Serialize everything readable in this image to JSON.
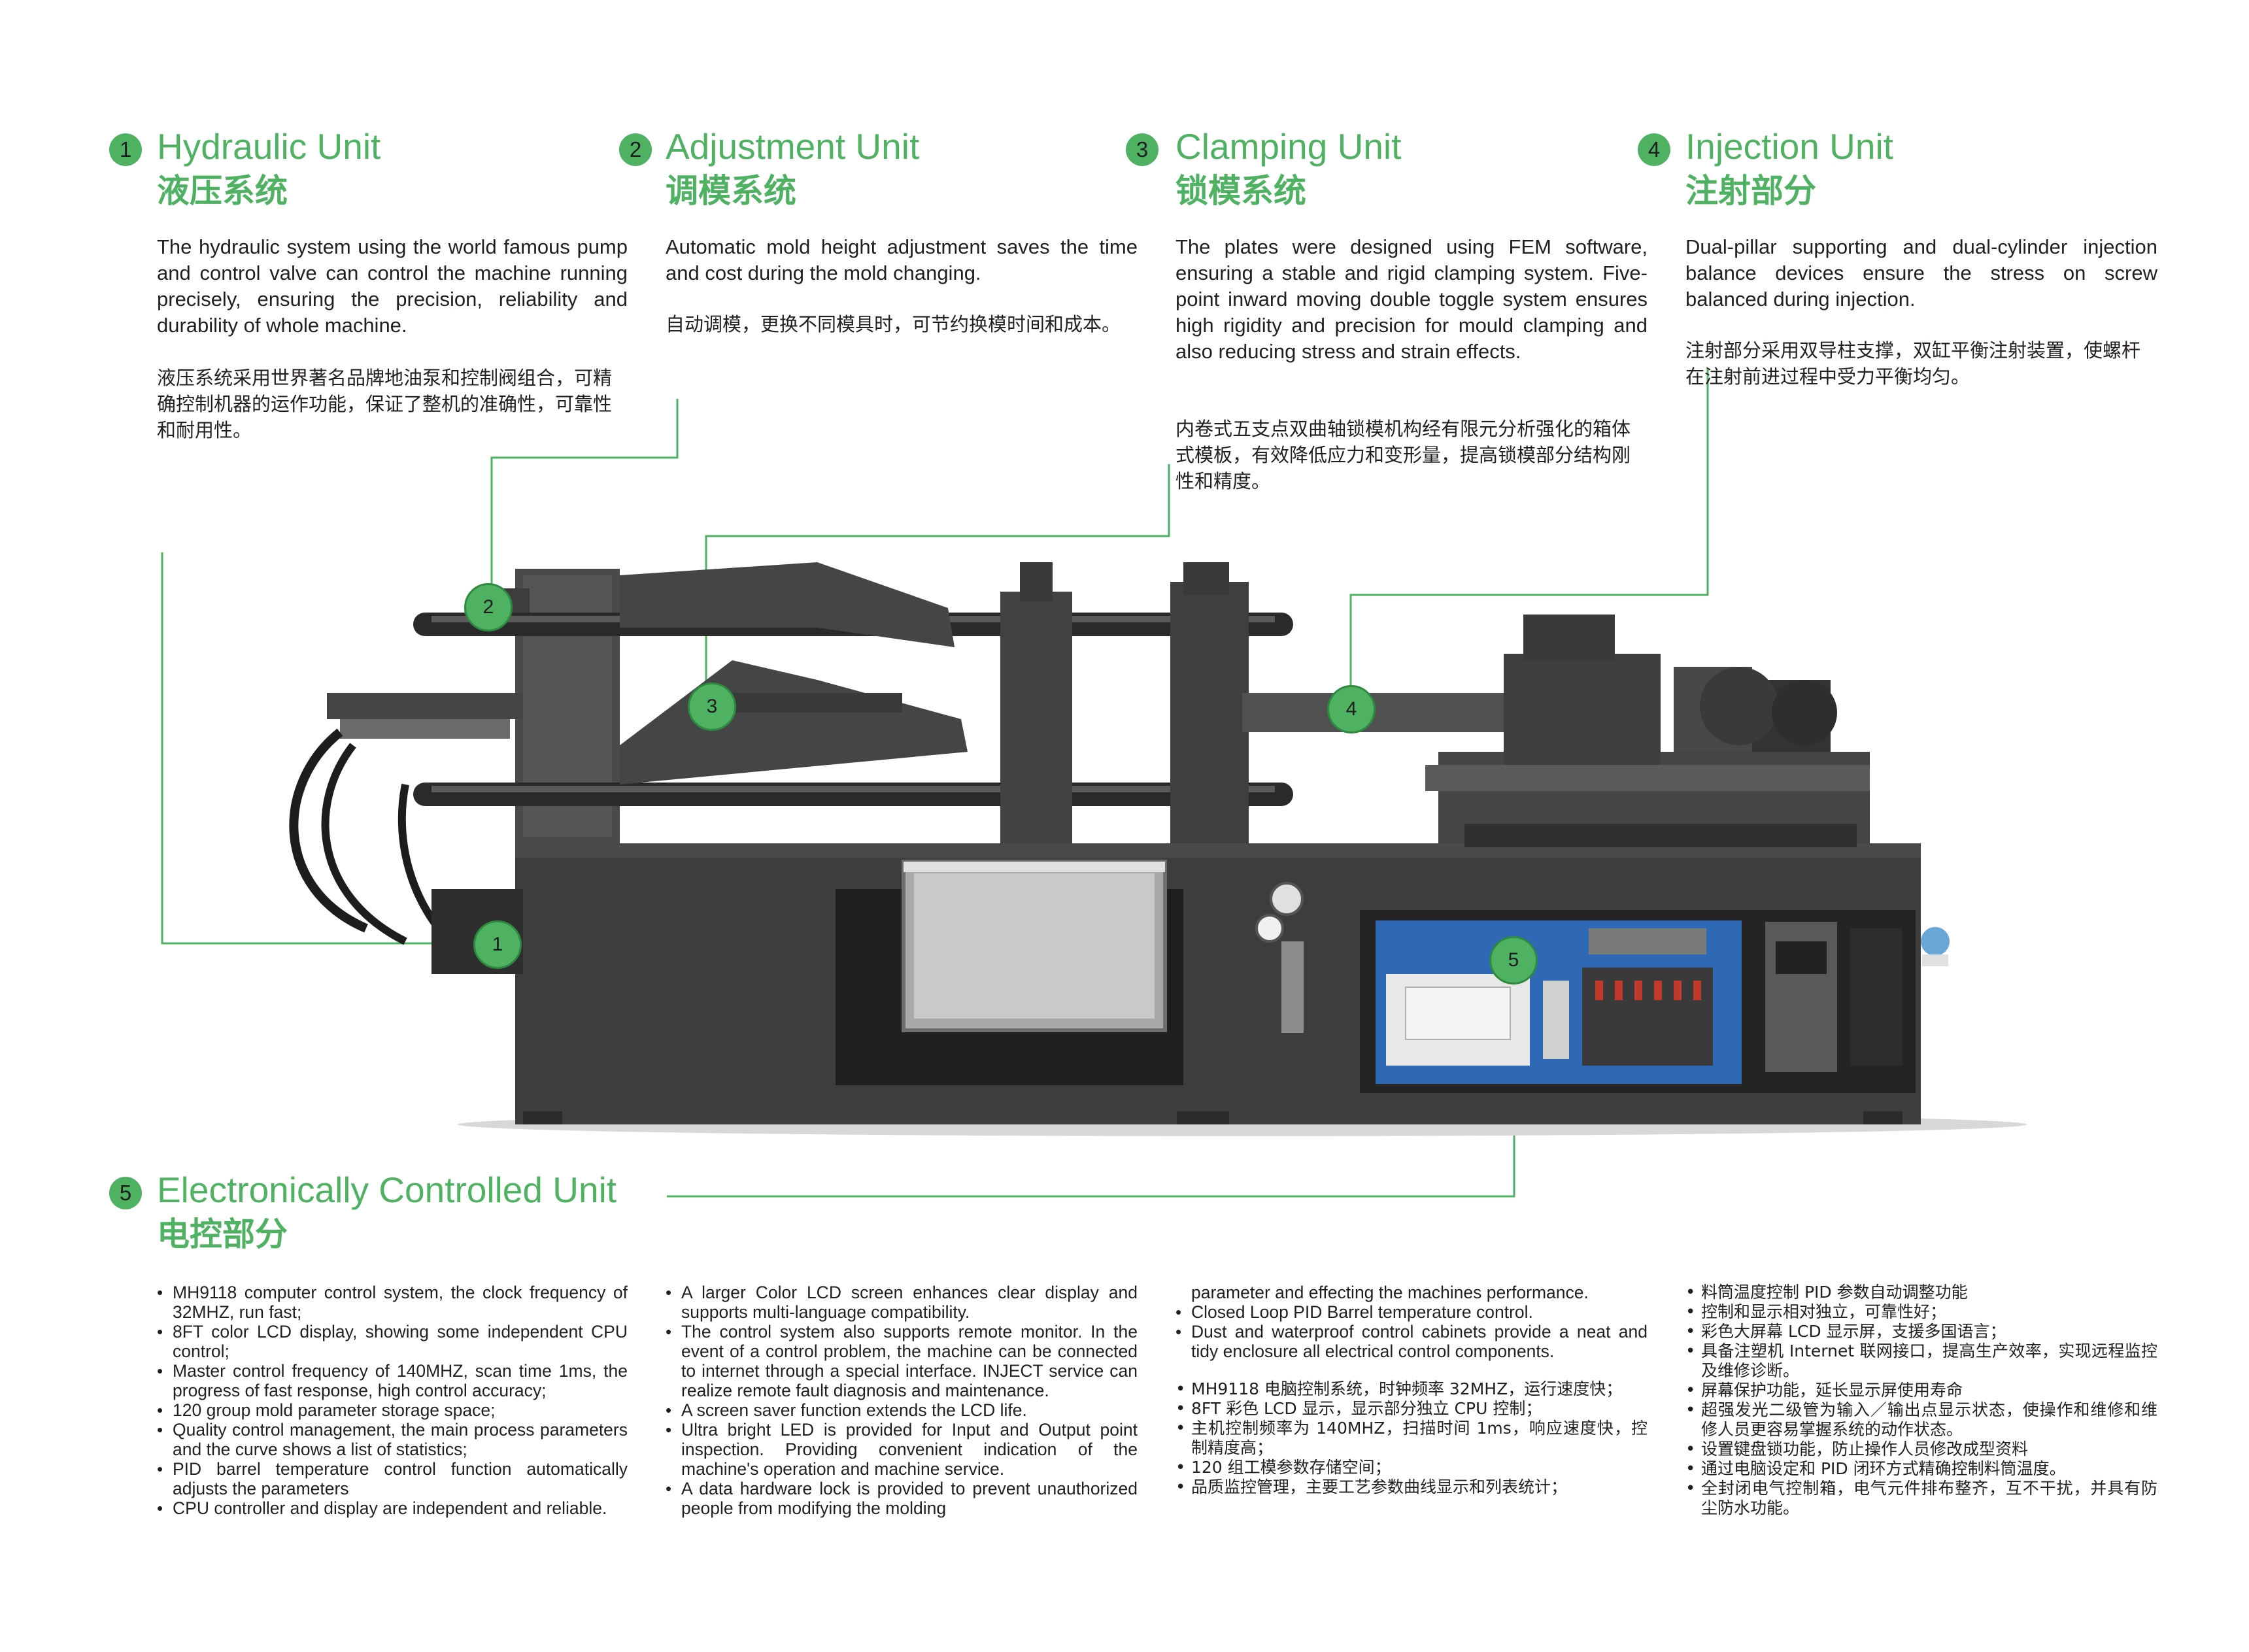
{
  "units": [
    {
      "number": "1",
      "title_en": "Hydraulic Unit",
      "title_zh": "液压系统",
      "desc_en": "The hydraulic system using the world famous pump and control valve can control the machine running precisely, ensuring the precision, reliability and durability of whole machine.",
      "desc_zh": "液压系统采用世界著名品牌地油泵和控制阀组合，可精确控制机器的运作功能，保证了整机的准确性，可靠性和耐用性。"
    },
    {
      "number": "2",
      "title_en": "Adjustment Unit",
      "title_zh": "调模系统",
      "desc_en": "Automatic mold height adjustment saves the time and cost during the mold changing.",
      "desc_zh": "自动调模，更换不同模具时，可节约换模时间和成本。"
    },
    {
      "number": "3",
      "title_en": "Clamping Unit",
      "title_zh": "锁模系统",
      "desc_en": "The plates were designed using FEM software, ensuring a stable and rigid clamping system. Five-point inward moving double toggle system ensures high rigidity and precision for mould clamping and also reducing stress and strain effects.",
      "desc_zh": "内卷式五支点双曲轴锁模机构经有限元分析强化的箱体式模板，有效降低应力和变形量，提高锁模部分结构刚性和精度。"
    },
    {
      "number": "4",
      "title_en": "Injection Unit",
      "title_zh": "注射部分",
      "desc_en": "Dual-pillar supporting and dual-cylinder injection balance devices ensure the stress on screw balanced during injection.",
      "desc_zh": "注射部分采用双导柱支撑，双缸平衡注射装置，使螺杆在注射前进过程中受力平衡均匀。"
    }
  ],
  "callouts": [
    "1",
    "2",
    "3",
    "4",
    "5"
  ],
  "electronic": {
    "number": "5",
    "title_en": "Electronically Controlled Unit",
    "title_zh": "电控部分",
    "col1": [
      "MH9118 computer control system, the clock frequency of 32MHZ, run fast;",
      "8FT color LCD display, showing some independent CPU control;",
      "Master control frequency of 140MHZ, scan time 1ms, the progress of fast response, high control accuracy;",
      "120 group mold parameter storage space;",
      "Quality control management, the main process parameters and the curve shows a list of statistics;",
      "PID barrel temperature control function automatically adjusts the parameters",
      "CPU controller and display are independent and reliable."
    ],
    "col2": [
      "A larger Color LCD screen enhances clear display and supports multi-language compatibility.",
      "The control system also supports remote monitor. In the event of a control problem, the machine can be connected to internet through a special interface. INJECT service can realize remote fault diagnosis and maintenance.",
      "A screen saver function extends the LCD life.",
      "Ultra bright LED is provided for Input and Output point inspection. Providing convenient indication of the machine's operation and machine service.",
      "A data hardware lock is provided to prevent unauthorized people from modifying the molding"
    ],
    "col3_en_cont": "parameter and effecting the machines performance.",
    "col3_en": [
      "Closed Loop PID Barrel temperature control.",
      "Dust and waterproof control cabinets provide a neat and tidy enclosure all electrical control components."
    ],
    "col3_zh": [
      "MH9118 电脑控制系统，时钟频率 32MHZ，运行速度快；",
      "8FT 彩色 LCD 显示，显示部分独立 CPU 控制；",
      "主机控制频率为 140MHZ，扫描时间 1ms，响应速度快，控制精度高；",
      "120 组工模参数存储空间；",
      "品质监控管理，主要工艺参数曲线显示和列表统计；"
    ],
    "col4_zh": [
      "料筒温度控制 PID 参数自动调整功能",
      "控制和显示相对独立，可靠性好；",
      "彩色大屏幕 LCD 显示屏，支援多国语言；",
      "具备注塑机 Internet 联网接口，提高生产效率，实现远程监控及维修诊断。",
      "屏幕保护功能，延长显示屏使用寿命",
      "超强发光二级管为输入／输出点显示状态，使操作和维修和维修人员更容易掌握系统的动作状态。",
      "设置键盘锁功能，防止操作人员修改成型资料",
      "通过电脑设定和 PID 闭环方式精确控制料筒温度。",
      "全封闭电气控制箱，电气元件排布整齐，互不干扰，并具有防尘防水功能。"
    ]
  },
  "colors": {
    "accent": "#4fb262",
    "text": "#231f20",
    "machine": "#3a3a3a",
    "cabinet": "#2f68b4"
  }
}
